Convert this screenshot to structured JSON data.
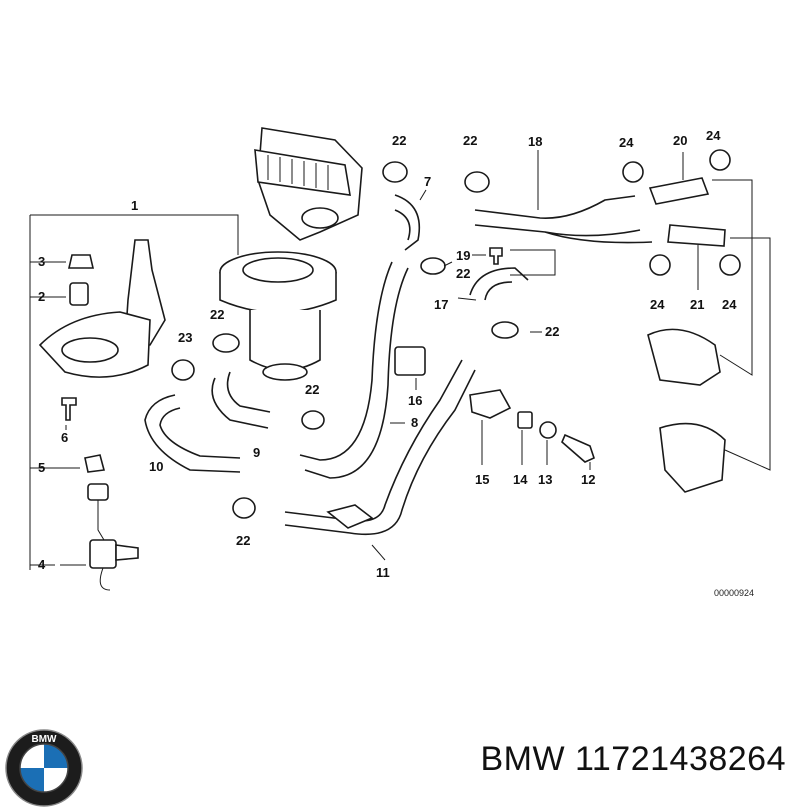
{
  "diagram": {
    "callouts": [
      "1",
      "2",
      "3",
      "4",
      "5",
      "6",
      "7",
      "8",
      "9",
      "10",
      "11",
      "12",
      "13",
      "14",
      "15",
      "16",
      "17",
      "18",
      "19",
      "20",
      "21",
      "22",
      "23",
      "24"
    ],
    "reference_code": "00000924"
  },
  "brand": {
    "logo_text": "BMW",
    "caption_brand": "BMW",
    "caption_part_number": "11721438264"
  }
}
